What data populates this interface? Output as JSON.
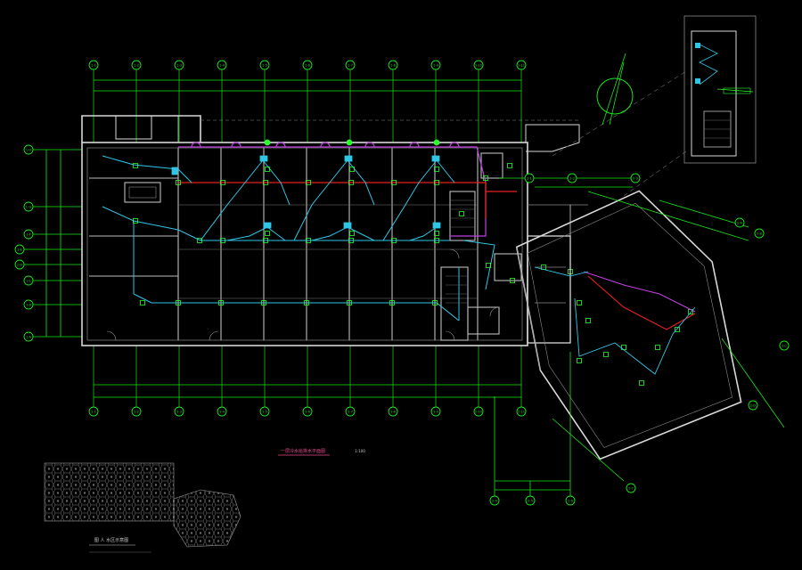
{
  "drawing": {
    "title": "一层冷水给排水平面图",
    "scale": "1:100",
    "legend_title": "图 人 水区示意图"
  },
  "colors": {
    "background": "#000000",
    "wall": "#d8d8d8",
    "thin": "#8a8a8a",
    "grid_green": "#19e619",
    "pipe_cyan": "#2fc6e6",
    "pipe_red": "#e82020",
    "pipe_magenta": "#c040e0",
    "fixture_green": "#2aff2a"
  },
  "axes": {
    "top": [
      "1-1",
      "1-2",
      "1-3",
      "1-4",
      "1-5",
      "1-6",
      "1-7",
      "1-8",
      "1-9",
      "1-10",
      "1-11"
    ],
    "bottom": [
      "1-1",
      "1-2",
      "1-3",
      "1-4",
      "1-5",
      "1-6",
      "1-7",
      "1-8",
      "1-9",
      "1-10",
      "1-11"
    ],
    "left": [
      "1-H",
      "1-G",
      "1-F",
      "1-E",
      "1-D",
      "1-C",
      "1-B",
      "1-A"
    ],
    "wing_top": [
      "2-1",
      "2-2",
      "2-3"
    ],
    "wing_side": [
      "2-A",
      "2-B",
      "2-C",
      "2-D"
    ],
    "wing_bottom": [
      "2-4",
      "2-5",
      "2-6",
      "2-7"
    ]
  }
}
